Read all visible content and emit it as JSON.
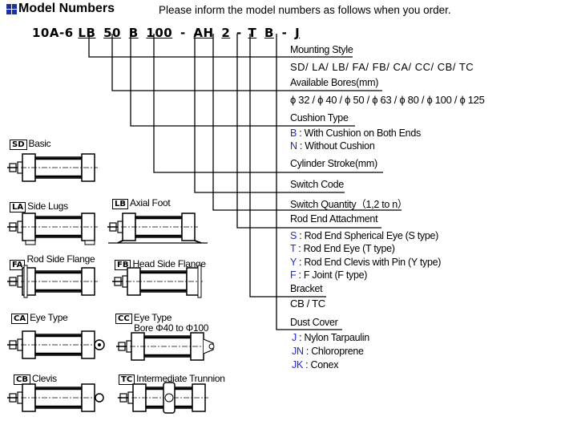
{
  "header": {
    "title": "Model Numbers",
    "instruction": "Please inform the model numbers as follows when you order."
  },
  "model_code": {
    "prefix": "10A-6",
    "segments": [
      "LB",
      "50",
      "B",
      "100",
      "-",
      "AH",
      "2",
      "-",
      "T",
      "B",
      "-",
      "J"
    ]
  },
  "fields": {
    "mounting_style": {
      "label": "Mounting Style",
      "value": "SD/ LA/ LB/ FA/ FB/ CA/ CC/ CB/ TC"
    },
    "available_bores": {
      "label": "Available Bores(mm)",
      "value": "ϕ 32 / ϕ 40 / ϕ 50 / ϕ 63 / ϕ 80 / ϕ 100 / ϕ 125"
    },
    "cushion_type": {
      "label": "Cushion Type",
      "options": [
        {
          "code": "B",
          "desc": " : With Cushion on Both Ends"
        },
        {
          "code": "N",
          "desc": " : Without Cushion"
        }
      ]
    },
    "cylinder_stroke": {
      "label": "Cylinder Stroke(mm)"
    },
    "switch_code": {
      "label": "Switch Code"
    },
    "switch_quantity": {
      "label": "Switch Quantity（1,2 to n）"
    },
    "rod_end_attachment": {
      "label": "Rod End Attachment",
      "options": [
        {
          "code": "S",
          "desc": " : Rod End Spherical Eye (S type)"
        },
        {
          "code": "T",
          "desc": " : Rod End Eye (T type)"
        },
        {
          "code": "Y",
          "desc": " : Rod End Clevis with Pin (Y type)"
        },
        {
          "code": "F",
          "desc": " : F Joint (F type)"
        }
      ]
    },
    "bracket": {
      "label": "Bracket",
      "value": "CB / TC"
    },
    "dust_cover": {
      "label": "Dust Cover",
      "options": [
        {
          "code": "J",
          "desc": "  : Nylon Tarpaulin"
        },
        {
          "code": "JN",
          "desc": " : Chloroprene"
        },
        {
          "code": "JK",
          "desc": " : Conex"
        }
      ]
    }
  },
  "mounting_styles": [
    {
      "code": "SD",
      "name": "Basic"
    },
    {
      "code": "LA",
      "name": "Side Lugs"
    },
    {
      "code": "LB",
      "name": "Axial Foot"
    },
    {
      "code": "FA",
      "name": "Rod Side Flange"
    },
    {
      "code": "FB",
      "name": "Head Side Flange"
    },
    {
      "code": "CA",
      "name": "Eye Type"
    },
    {
      "code": "CC",
      "name": "Eye Type",
      "note": "Bore  Φ40 to Φ100"
    },
    {
      "code": "CB",
      "name": "Clevis"
    },
    {
      "code": "TC",
      "name": "Intermediate Trunnion"
    }
  ],
  "colors": {
    "accent": "#1f2ad6",
    "title_icon": "#1a2fb0"
  }
}
